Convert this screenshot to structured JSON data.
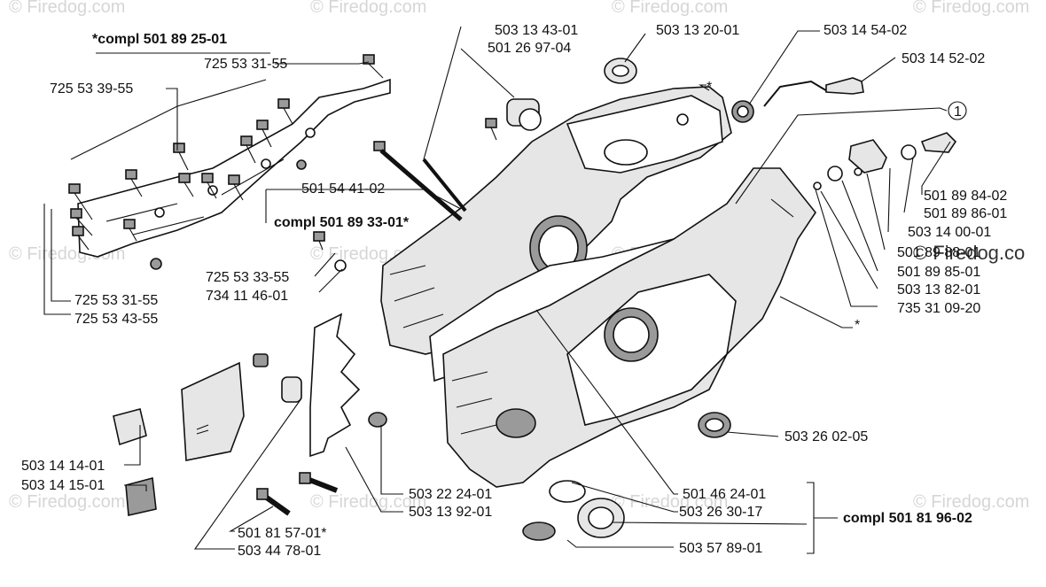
{
  "watermark": {
    "text": "© Firedog.com",
    "overlay_text": "© Firedog.co"
  },
  "headings": {
    "top_left": "*compl 501 89 25-01",
    "mid": "compl 501 89 33-01*",
    "right": "compl 501 81 96-02"
  },
  "labels": {
    "p_503_13_43_01": "503 13 43-01",
    "p_501_26_97_04": "501 26 97-04",
    "p_503_13_20_01": "503 13 20-01",
    "p_503_14_54_02": "503 14 54-02",
    "p_503_14_52_02": "503 14 52-02",
    "p_725_53_31_55_a": "725 53 31-55",
    "p_725_53_39_55": "725 53 39-55",
    "p_501_54_41_02": "501 54 41-02",
    "p_725_53_33_55": "725 53 33-55",
    "p_734_11_46_01": "734 11 46-01",
    "p_725_53_31_55_b": "725 53 31-55",
    "p_725_53_43_55": "725 53 43-55",
    "p_501_89_84_02": "501 89 84-02",
    "p_501_89_86_01": "501 89 86-01",
    "p_503_14_00_01": "503 14 00-01",
    "p_501_89_88_01": "501 89 88-01",
    "p_501_89_85_01": "501 89 85-01",
    "p_503_13_82_01": "503 13 82-01",
    "p_735_31_09_20": "735 31 09-20",
    "p_503_26_02_05": "503 26 02-05",
    "p_503_14_14_01": "503 14 14-01",
    "p_503_14_15_01": "503 14 15-01",
    "p_503_22_24_01": "503 22 24-01",
    "p_503_13_92_01": "503 13 92-01",
    "p_501_46_24_01": "501 46 24-01",
    "p_503_26_30_17": "503 26 30-17",
    "p_503_57_89_01": "503 57 89-01",
    "p_501_81_57_01": "501 81 57-01*",
    "p_503_44_78_01": "503 44 78-01",
    "callout_1": "1",
    "star_a": "*",
    "star_b": "*"
  }
}
